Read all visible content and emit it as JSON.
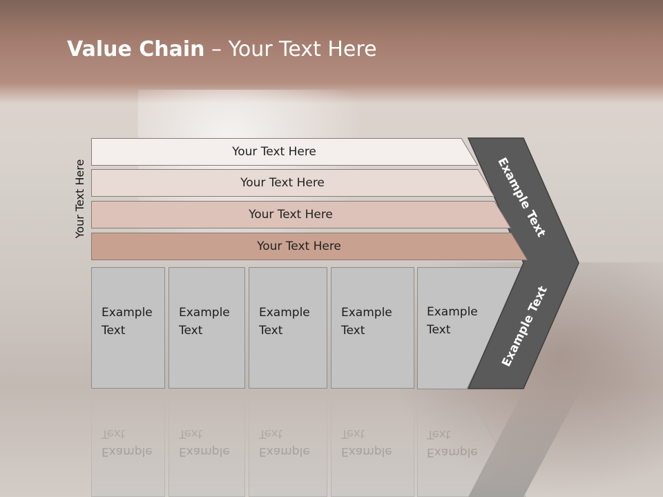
{
  "slide": {
    "title_bold": "Value Chain",
    "title_rest": " – Your Text Here",
    "side_label": "Your Text Here"
  },
  "bars": [
    {
      "label": "Your Text Here",
      "color": "#f4efec"
    },
    {
      "label": "Your Text Here",
      "color": "#e8dad4"
    },
    {
      "label": "Your Text Here",
      "color": "#dcc2b8"
    },
    {
      "label": "Your Text Here",
      "color": "#c8a190"
    }
  ],
  "columns": [
    {
      "line1": "Example",
      "line2": "Text"
    },
    {
      "line1": "Example",
      "line2": "Text"
    },
    {
      "line1": "Example",
      "line2": "Text"
    },
    {
      "line1": "Example",
      "line2": "Text"
    },
    {
      "line1": "Example",
      "line2": "Text"
    }
  ],
  "chevron": {
    "upper_text": "Example Text",
    "lower_text": "Example Text",
    "color": "#5a5a5a"
  }
}
